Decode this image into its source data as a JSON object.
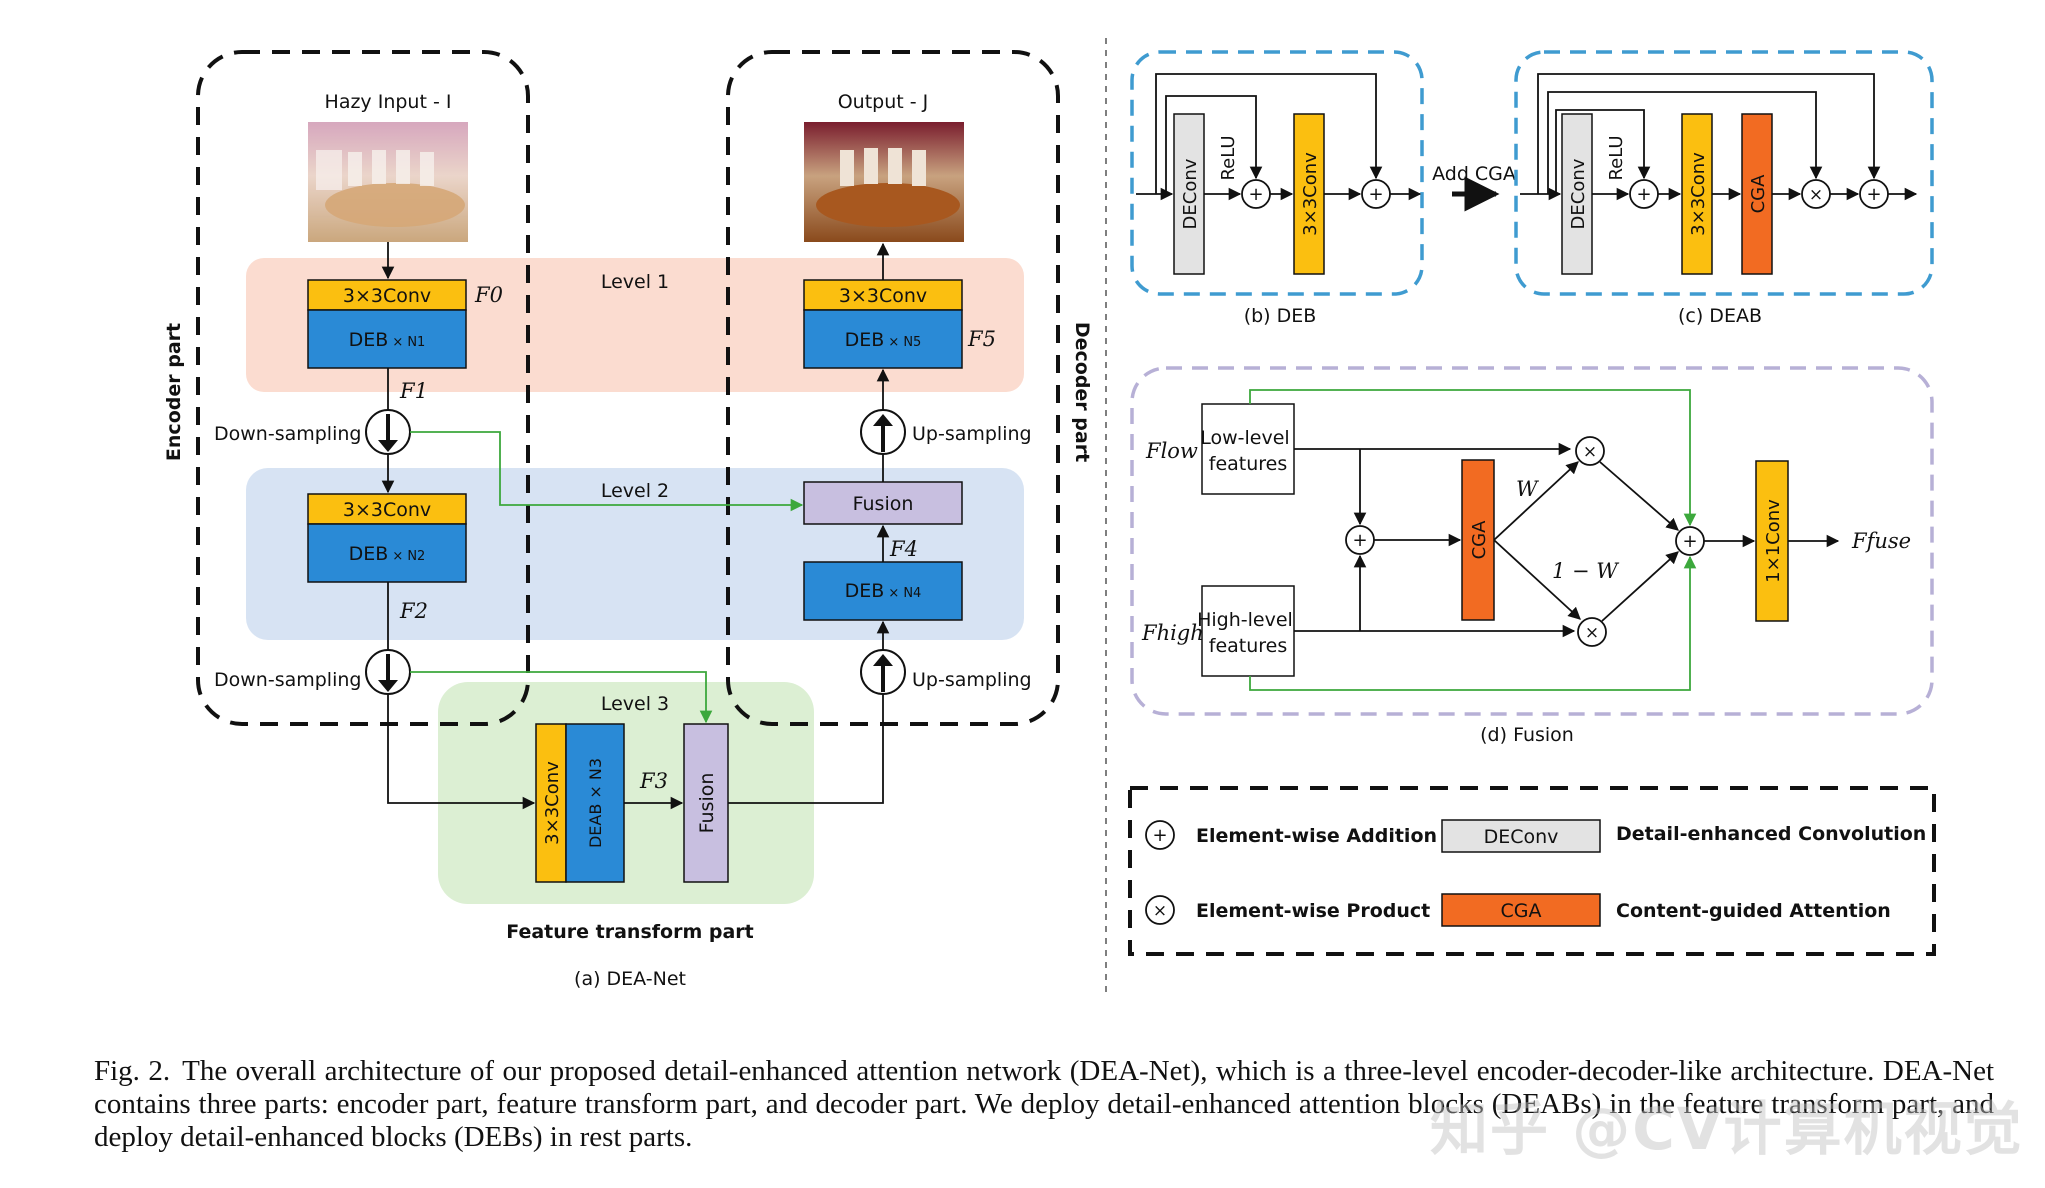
{
  "colors": {
    "conv": "#fbbf10",
    "deb": "#2a8ad6",
    "cga": "#f26b22",
    "fusion": "#c8bfe0",
    "deconv": "#e3e3e3",
    "level1": "#fbdcd0",
    "level2": "#d7e3f3",
    "level3": "#dcefd3",
    "green_line": "#3ca83c",
    "blue_dash": "#3f9bd0",
    "purple_dash": "#b7b0d6"
  },
  "dea_net": {
    "hazy_input": "Hazy Input - I",
    "output": "Output - J",
    "encoder_part": "Encoder part",
    "decoder_part": "Decoder part",
    "feature_transform_part": "Feature transform part",
    "level1": "Level 1",
    "level2": "Level 2",
    "level3": "Level 3",
    "conv_label": "3×3Conv",
    "deb_label": "DEB",
    "deb_n1": "× N1",
    "deb_n2": "× N2",
    "deb_n4": "× N4",
    "deb_n5": "× N5",
    "deab_label": "DEAB × N3",
    "fusion_label": "Fusion",
    "down_sampling": "Down-sampling",
    "up_sampling": "Up-sampling",
    "f0": "F0",
    "f1": "F1",
    "f2": "F2",
    "f3": "F3",
    "f4": "F4",
    "f5": "F5",
    "subcaption": "(a) DEA-Net"
  },
  "deb": {
    "deconv": "DEConv",
    "relu": "ReLU",
    "conv": "3×3Conv",
    "subcaption": "(b) DEB"
  },
  "add_cga": "Add CGA",
  "deab": {
    "deconv": "DEConv",
    "relu": "ReLU",
    "conv": "3×3Conv",
    "cga": "CGA",
    "subcaption": "(c) DEAB"
  },
  "fusion": {
    "f_low": "Flow",
    "f_high": "Fhigh",
    "low_features": [
      "Low-level",
      "features"
    ],
    "high_features": [
      "High-level",
      "features"
    ],
    "cga": "CGA",
    "w": "W",
    "one_minus_w": "1 − W",
    "conv1x1": "1×1Conv",
    "f_fuse": "Ffuse",
    "subcaption": "(d) Fusion"
  },
  "legend": {
    "addition": "Element-wise Addition",
    "product": "Element-wise Product",
    "deconv_box": "DEConv",
    "deconv_desc": "Detail-enhanced Convolution",
    "cga_box": "CGA",
    "cga_desc": "Content-guided Attention"
  },
  "caption": {
    "label": "Fig. 2.",
    "text": "The overall architecture of our proposed detail-enhanced attention network (DEA-Net), which is a three-level encoder-decoder-like architecture. DEA-Net contains three parts: encoder part, feature transform part, and decoder part. We deploy detail-enhanced attention blocks (DEABs) in the feature transform part, and deploy detail-enhanced blocks (DEBs) in rest parts."
  },
  "watermark": "知乎 @CV计算机视觉"
}
